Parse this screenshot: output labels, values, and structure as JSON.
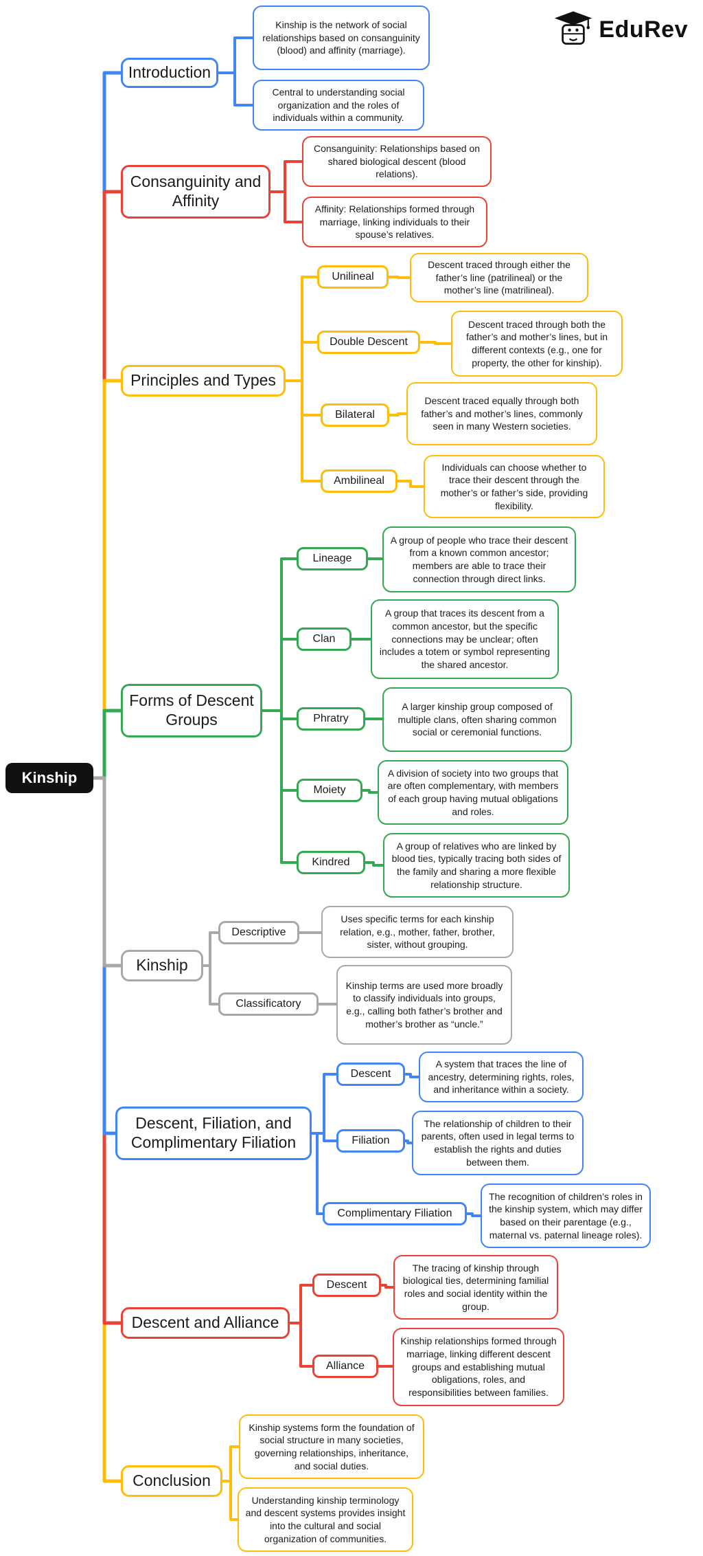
{
  "logo": {
    "brand": "EduRev"
  },
  "root": {
    "label": "Kinship"
  },
  "colors": {
    "blue": "#4285F4",
    "red": "#EA4335",
    "yellow": "#FFBD0A",
    "green": "#34A853",
    "gray": "#A8A8A8",
    "root_bg": "#111111"
  },
  "branches": [
    {
      "label": "Introduction",
      "color": "blue",
      "notes": [
        "Kinship is the network of social relationships based on consanguinity (blood) and affinity (marriage).",
        "Central to understanding social organization and the roles of individuals within a community."
      ]
    },
    {
      "label": "Consanguinity and Affinity",
      "color": "red",
      "notes": [
        "Consanguinity: Relationships based on shared biological descent (blood relations).",
        "Affinity: Relationships formed through marriage, linking individuals to their spouse’s relatives."
      ]
    },
    {
      "label": "Principles and Types",
      "color": "yellow",
      "children": [
        {
          "label": "Unilineal",
          "note": "Descent traced through either the father’s line (patrilineal) or the mother’s line (matrilineal)."
        },
        {
          "label": "Double Descent",
          "note": "Descent traced through both the father’s and mother’s lines, but in different contexts (e.g., one for property, the other for kinship)."
        },
        {
          "label": "Bilateral",
          "note": "Descent traced equally through both father’s and mother’s lines, commonly seen in many Western societies."
        },
        {
          "label": "Ambilineal",
          "note": "Individuals can choose whether to trace their descent through the mother’s or father’s side, providing flexibility."
        }
      ]
    },
    {
      "label": "Forms of Descent Groups",
      "color": "green",
      "children": [
        {
          "label": "Lineage",
          "note": "A group of people who trace their descent from a known common ancestor; members are able to trace their connection through direct links."
        },
        {
          "label": "Clan",
          "note": "A group that traces its descent from a common ancestor, but the specific connections may be unclear; often includes a totem or symbol representing the shared ancestor."
        },
        {
          "label": "Phratry",
          "note": "A larger kinship group composed of multiple clans, often sharing common social or ceremonial functions."
        },
        {
          "label": "Moiety",
          "note": "A division of society into two groups that are often complementary, with members of each group having mutual obligations and roles."
        },
        {
          "label": "Kindred",
          "note": "A group of relatives who are linked by blood ties, typically tracing both sides of the family and sharing a more flexible relationship structure."
        }
      ]
    },
    {
      "label": "Kinship",
      "color": "gray",
      "children": [
        {
          "label": "Descriptive",
          "note": "Uses specific terms for each kinship relation, e.g., mother, father, brother, sister, without grouping."
        },
        {
          "label": "Classificatory",
          "note": "Kinship terms are used more broadly to classify individuals into groups, e.g., calling both father’s brother and mother’s brother as “uncle.”"
        }
      ]
    },
    {
      "label": "Descent, Filiation, and Complimentary Filiation",
      "color": "blue",
      "children": [
        {
          "label": "Descent",
          "note": "A system that traces the line of ancestry, determining rights, roles, and inheritance within a society."
        },
        {
          "label": "Filiation",
          "note": "The relationship of children to their parents, often used in legal terms to establish the rights and duties between them."
        },
        {
          "label": "Complimentary Filiation",
          "note": "The recognition of children’s roles in the kinship system, which may differ based on their parentage (e.g., maternal vs. paternal lineage roles)."
        }
      ]
    },
    {
      "label": "Descent and Alliance",
      "color": "red",
      "children": [
        {
          "label": "Descent",
          "note": "The tracing of kinship through biological ties, determining familial roles and social identity within the group."
        },
        {
          "label": "Alliance",
          "note": "Kinship relationships formed through marriage, linking different descent groups and establishing mutual obligations, roles, and responsibilities between families."
        }
      ]
    },
    {
      "label": "Conclusion",
      "color": "yellow",
      "notes": [
        "Kinship systems form the foundation of social structure in many societies, governing relationships, inheritance, and social duties.",
        "Understanding kinship terminology and descent systems provides insight into the cultural and social organization of communities."
      ]
    }
  ]
}
